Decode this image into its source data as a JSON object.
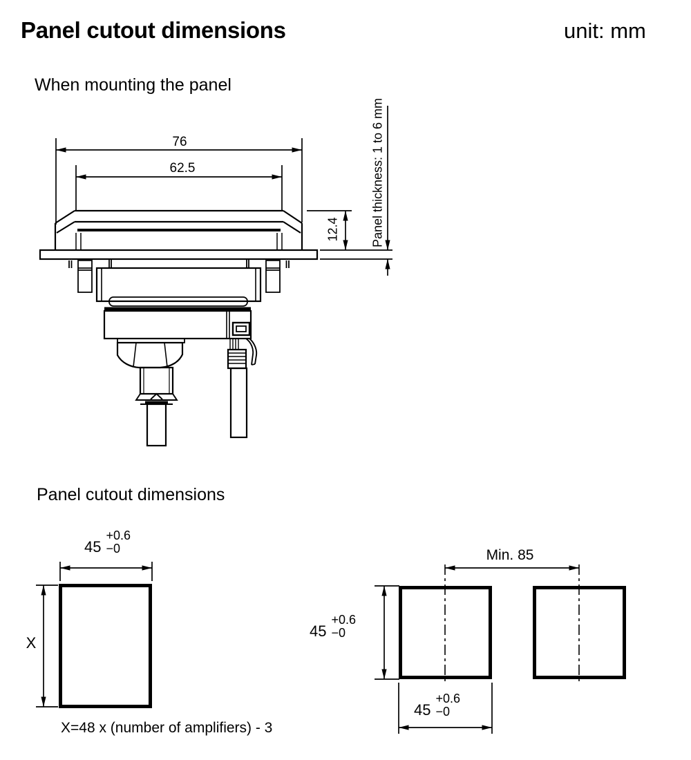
{
  "header": {
    "title": "Panel cutout dimensions",
    "unit_label": "unit: mm"
  },
  "sections": {
    "mounting_heading": "When mounting the panel",
    "cutout_heading": "Panel cutout dimensions",
    "cutout_formula": "X=48 x (number of amplifiers) - 3"
  },
  "mounting_figure": {
    "width_outer": "76",
    "width_inner": "62.5",
    "bezel_depth": "12.4",
    "panel_thickness_note": "Panel thickness: 1 to 6 mm"
  },
  "cutout_figure": {
    "height_label": "X",
    "min_spacing": "Min. 85",
    "tolerance_45": {
      "value": "45",
      "plus": "+0.6",
      "minus": "−0"
    }
  },
  "colors": {
    "ink": "#000000",
    "background": "#ffffff"
  }
}
